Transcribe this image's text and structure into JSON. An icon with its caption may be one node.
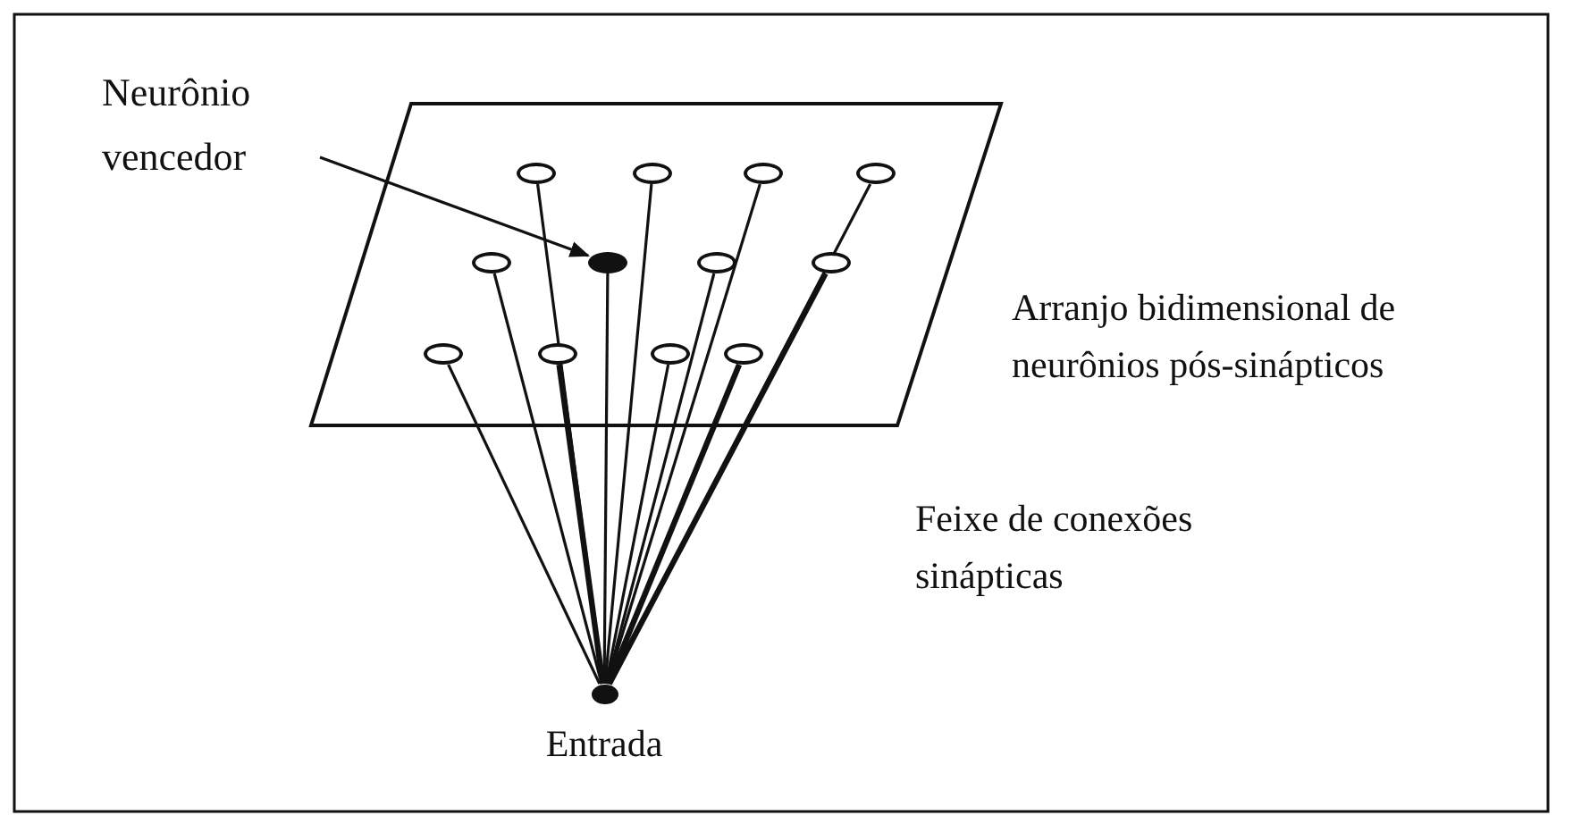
{
  "diagram": {
    "nodes": [
      {
        "text": [
          "Neurônio vencedor"
        ]
      },
      {
        "text": [],
        "shape": "circle"
      },
      {
        "text": [],
        "shape": "circle"
      },
      {
        "text": [],
        "shape": "circle"
      },
      {
        "text": [],
        "shape": "circle"
      },
      {
        "text": [],
        "shape": "circle"
      },
      {
        "text": [],
        "shape": "circle"
      },
      {
        "text": [],
        "shape": "circle"
      },
      {
        "text": [],
        "shape": "circle"
      },
      {
        "text": [],
        "shape": "circle"
      },
      {
        "text": [],
        "shape": "circle"
      },
      {
        "text": [],
        "shape": "circle"
      },
      {
        "text": [],
        "shape": "circle"
      },
      {
        "text": [],
        "shape": "circle",
        "beside": [
          "Entrada"
        ]
      }
    ],
    "edges": [
      {
        "from": 0,
        "to": 6,
        "arrow": "to"
      },
      {
        "from": 13,
        "to": 1,
        "arrow": "none"
      },
      {
        "from": 13,
        "to": 2,
        "arrow": "none"
      },
      {
        "from": 13,
        "to": 3,
        "arrow": "none"
      },
      {
        "from": 13,
        "to": 4,
        "arrow": "none"
      },
      {
        "from": 13,
        "to": 5,
        "arrow": "none"
      },
      {
        "from": 13,
        "to": 6,
        "arrow": "none"
      },
      {
        "from": 13,
        "to": 7,
        "arrow": "none"
      },
      {
        "from": 13,
        "to": 8,
        "arrow": "none",
        "style": "thick"
      },
      {
        "from": 13,
        "to": 9,
        "arrow": "none"
      },
      {
        "from": 13,
        "to": 10,
        "arrow": "none",
        "style": "thick"
      },
      {
        "from": 13,
        "to": 11,
        "arrow": "none"
      },
      {
        "from": 13,
        "to": 12,
        "arrow": "none",
        "style": "thick"
      }
    ],
    "labels": [
      "Arranjo bidimensional de neurônios pós-sinápticos",
      "Feixe de conexões sinápticas"
    ]
  }
}
